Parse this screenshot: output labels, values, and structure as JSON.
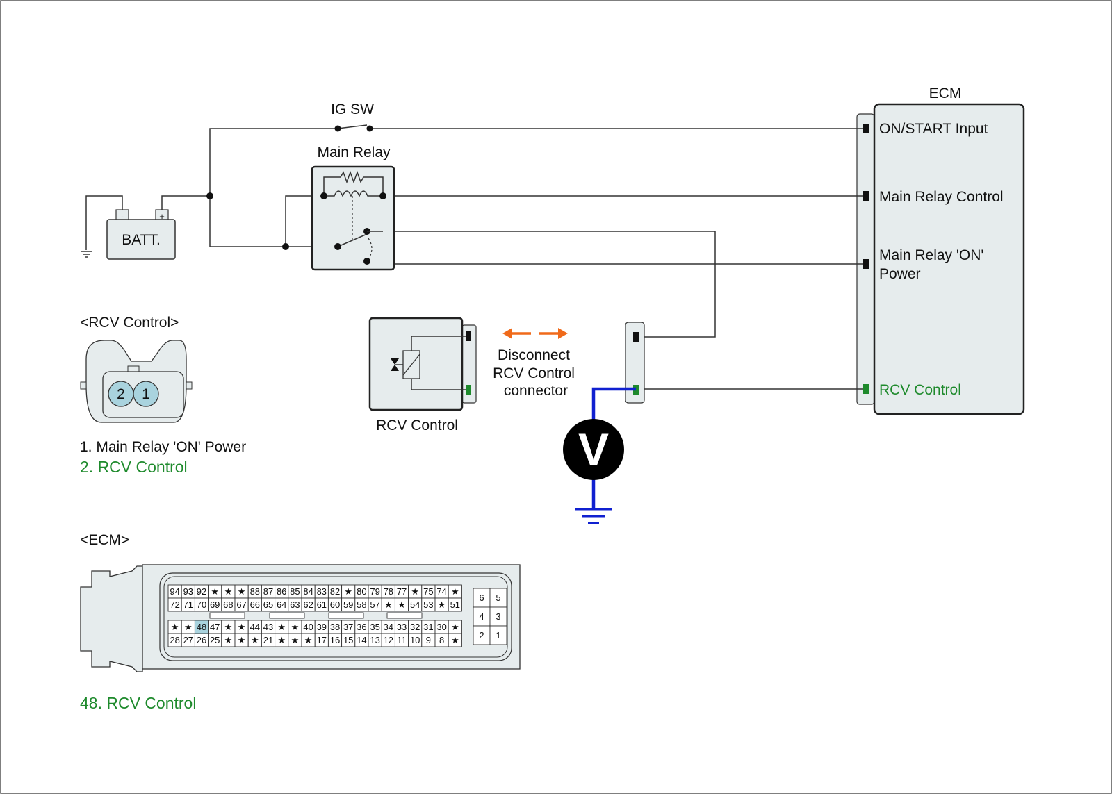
{
  "ig_sw": "IG SW",
  "main_relay": "Main Relay",
  "battery": "BATT.",
  "batt_minus": "-",
  "batt_plus": "+",
  "ecm_title": "ECM",
  "ecm_pins": {
    "on_start": "ON/START Input",
    "main_relay_control": "Main Relay Control",
    "main_relay_on_1": "Main Relay 'ON'",
    "main_relay_on_2": "Power",
    "rcv_control": "RCV Control"
  },
  "rcv_component": "RCV Control",
  "disconnect": [
    "Disconnect",
    "RCV Control",
    "connector"
  ],
  "voltmeter": "V",
  "rcv_connector": {
    "title": "<RCV Control>",
    "pin_2": "2",
    "pin_1": "1",
    "legend_1": "1. Main Relay 'ON' Power",
    "legend_2": "2. RCV Control"
  },
  "ecm_connector": {
    "title": "<ECM>",
    "row1": [
      "94",
      "93",
      "92",
      "★",
      "★",
      "★",
      "88",
      "87",
      "86",
      "85",
      "84",
      "83",
      "82",
      "★",
      "80",
      "79",
      "78",
      "77",
      "★",
      "75",
      "74",
      "★"
    ],
    "row2": [
      "72",
      "71",
      "70",
      "69",
      "68",
      "67",
      "66",
      "65",
      "64",
      "63",
      "62",
      "61",
      "60",
      "59",
      "58",
      "57",
      "★",
      "★",
      "54",
      "53",
      "★",
      "51"
    ],
    "row3": [
      "★",
      "★",
      "48",
      "47",
      "★",
      "★",
      "44",
      "43",
      "★",
      "★",
      "40",
      "39",
      "38",
      "37",
      "36",
      "35",
      "34",
      "33",
      "32",
      "31",
      "30",
      "★"
    ],
    "row4": [
      "28",
      "27",
      "26",
      "25",
      "★",
      "★",
      "★",
      "21",
      "★",
      "★",
      "★",
      "17",
      "16",
      "15",
      "14",
      "13",
      "12",
      "11",
      "10",
      "9",
      "8",
      "★"
    ],
    "side": [
      "6",
      "5",
      "4",
      "3",
      "2",
      "1"
    ],
    "highlight_pin": "48",
    "legend": "48. RCV Control"
  },
  "colors": {
    "green": "#1e8a2c",
    "blue": "#1020d0",
    "orange": "#f06a1a",
    "fill": "#e6eced",
    "highlight": "#a9d3de"
  }
}
